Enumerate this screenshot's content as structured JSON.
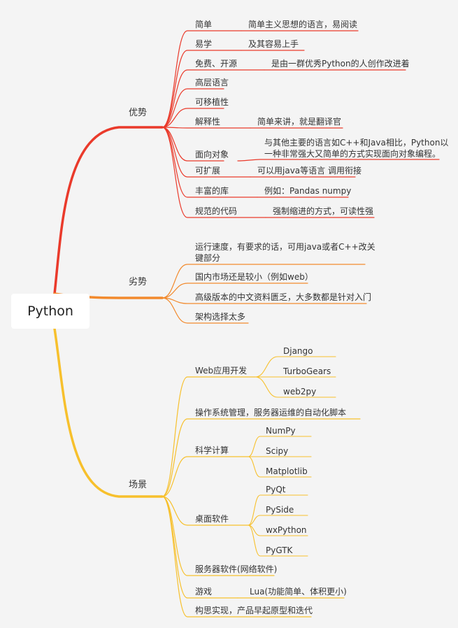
{
  "root": "Python",
  "colors": {
    "advantages": "#ea3a2b",
    "disadvantages": "#f28a2d",
    "scenarios": "#f7c02c"
  },
  "advantages": {
    "label": "优势",
    "items": [
      {
        "label": "简单",
        "detail": "简单主义思想的语言，易阅读"
      },
      {
        "label": "易学",
        "detail": "及其容易上手"
      },
      {
        "label": "免费、开源",
        "detail": "是由一群优秀Python的人创作改进着"
      },
      {
        "label": "高层语言"
      },
      {
        "label": "可移植性"
      },
      {
        "label": "解释性",
        "detail": "简单来讲，就是翻译官"
      },
      {
        "label": "面向对象",
        "detail_lines": [
          "与其他主要的语言如C++和Java相比，Python以",
          "一种非常强大又简单的方式实现面向对象编程。"
        ]
      },
      {
        "label": "可扩展",
        "detail": "可以用java等语言 调用衔接"
      },
      {
        "label": "丰富的库",
        "detail": "例如：Pandas numpy"
      },
      {
        "label": "规范的代码",
        "detail": "强制缩进的方式，可读性强"
      }
    ]
  },
  "disadvantages": {
    "label": "劣势",
    "items": [
      {
        "lines": [
          "运行速度，有要求的话，可用java或者C++改关",
          "键部分"
        ]
      },
      {
        "lines": [
          "国内市场还是较小（例如web）"
        ]
      },
      {
        "lines": [
          "高级版本的中文资料匮乏，大多数都是针对入门"
        ]
      },
      {
        "lines": [
          "架构选择太多"
        ]
      }
    ]
  },
  "scenarios": {
    "label": "场景",
    "items": [
      {
        "label": "Web应用开发",
        "children": [
          "Django",
          "TurboGears",
          "web2py"
        ]
      },
      {
        "label": "操作系统管理，服务器运维的自动化脚本"
      },
      {
        "label": "科学计算",
        "children": [
          "NumPy",
          "Scipy",
          "Matplotlib"
        ]
      },
      {
        "label": "桌面软件",
        "children": [
          "PyQt",
          "PySide",
          "wxPython",
          "PyGTK"
        ]
      },
      {
        "label": "服务器软件(网络软件)"
      },
      {
        "label": "游戏",
        "detail": "Lua(功能简单、体积更小)"
      },
      {
        "label": "构思实现，产品早起原型和迭代"
      }
    ]
  }
}
